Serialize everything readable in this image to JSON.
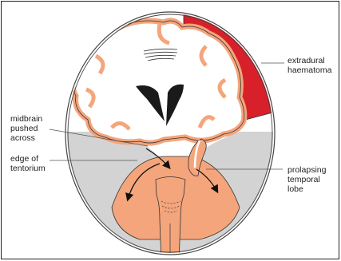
{
  "labels": {
    "haematoma": "extradural\nhaematoma",
    "midbrain": "midbrain\npushed\nacross",
    "tentorium": "edge of\ntentorium",
    "temporal": "prolapsing\ntemporal\nlobe"
  },
  "colors": {
    "brain": "#f4a57c",
    "brain_outline": "#333333",
    "haematoma": "#d8202a",
    "tentorium": "#d3d3d3",
    "ventricle": "#1a1a1a",
    "background": "#ffffff"
  }
}
